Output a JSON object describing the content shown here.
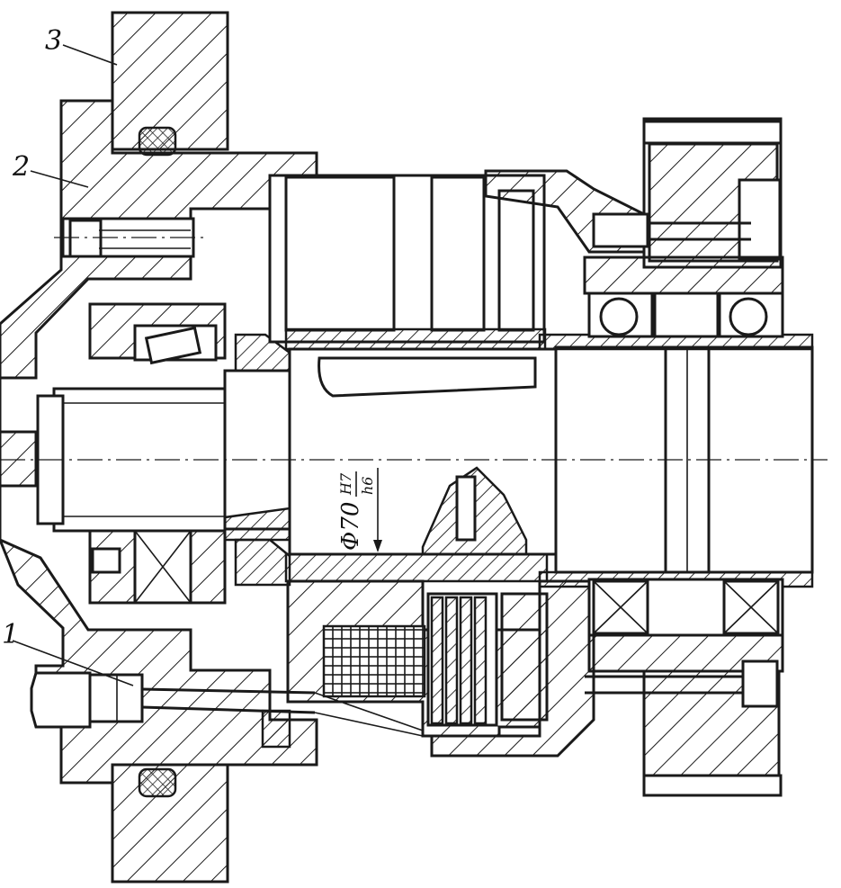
{
  "callouts": {
    "part1": "1",
    "part2": "2",
    "part3": "3"
  },
  "dimension": {
    "prefix": "Φ70",
    "hole_fit": "H7",
    "shaft_fit": "h6"
  },
  "colors": {
    "line": "#1a1a1a",
    "background": "#ffffff"
  }
}
